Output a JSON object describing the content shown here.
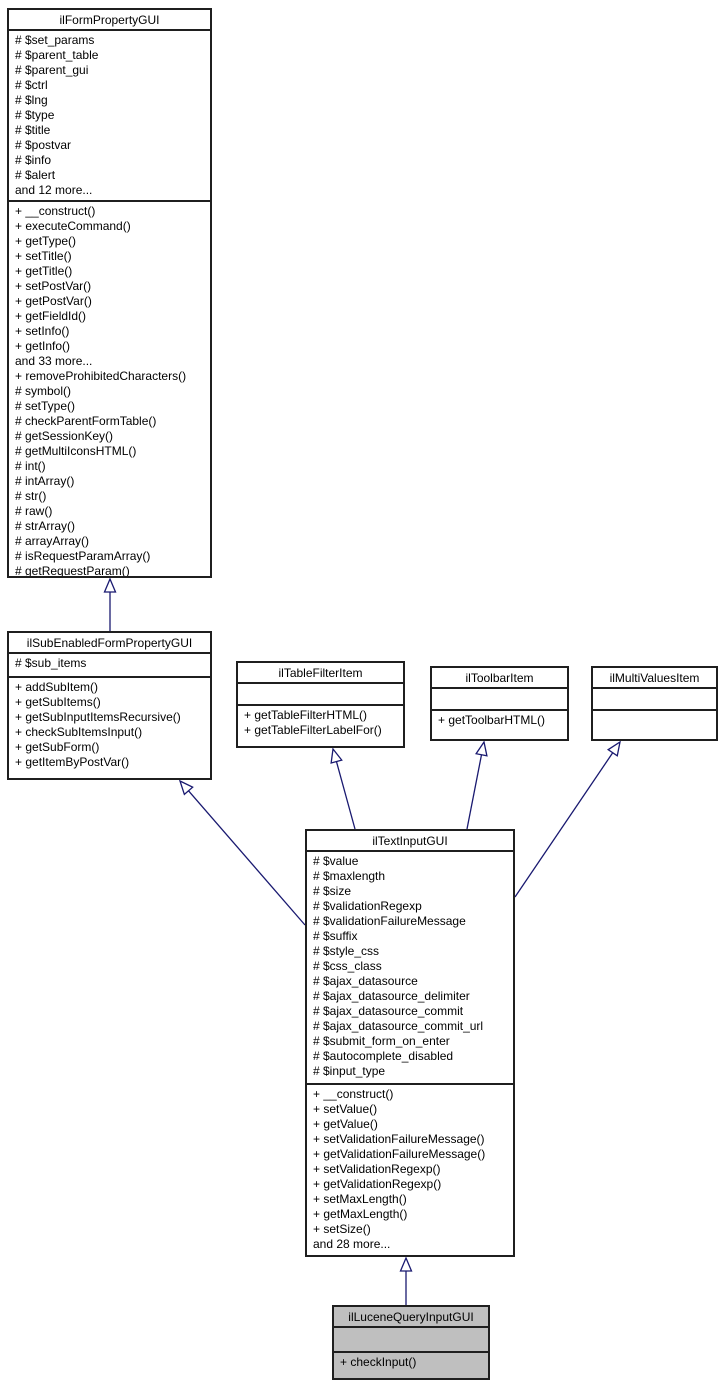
{
  "diagram": {
    "type": "uml-class-inheritance",
    "colors": {
      "edge": "#191970",
      "box_border": "#1f1f1f",
      "box_fill": "#ffffff",
      "highlight_fill": "#bfbfbf",
      "text": "#000000"
    },
    "classes": [
      {
        "name": "ilFormPropertyGUI",
        "highlighted": false,
        "attributes": [
          "# $set_params",
          "# $parent_table",
          "# $parent_gui",
          "# $ctrl",
          "# $lng",
          "# $type",
          "# $title",
          "# $postvar",
          "# $info",
          "# $alert",
          "and 12 more..."
        ],
        "methods": [
          "+ __construct()",
          "+ executeCommand()",
          "+ getType()",
          "+ setTitle()",
          "+ getTitle()",
          "+ setPostVar()",
          "+ getPostVar()",
          "+ getFieldId()",
          "+ setInfo()",
          "+ getInfo()",
          "and 33 more...",
          "+ removeProhibitedCharacters()",
          "# symbol()",
          "# setType()",
          "# checkParentFormTable()",
          "# getSessionKey()",
          "# getMultiIconsHTML()",
          "# int()",
          "# intArray()",
          "# str()",
          "# raw()",
          "# strArray()",
          "# arrayArray()",
          "# isRequestParamArray()",
          "# getRequestParam()"
        ]
      },
      {
        "name": "ilSubEnabledFormPropertyGUI",
        "highlighted": false,
        "attributes": [
          "# $sub_items"
        ],
        "methods": [
          "+ addSubItem()",
          "+ getSubItems()",
          "+ getSubInputItemsRecursive()",
          "+ checkSubItemsInput()",
          "+ getSubForm()",
          "+ getItemByPostVar()"
        ]
      },
      {
        "name": "ilTableFilterItem",
        "highlighted": false,
        "attributes": [],
        "methods": [
          "+ getTableFilterHTML()",
          "+ getTableFilterLabelFor()"
        ]
      },
      {
        "name": "ilToolbarItem",
        "highlighted": false,
        "attributes": [],
        "methods": [
          "+ getToolbarHTML()"
        ]
      },
      {
        "name": "ilMultiValuesItem",
        "highlighted": false,
        "attributes": [],
        "methods": []
      },
      {
        "name": "ilTextInputGUI",
        "highlighted": false,
        "attributes": [
          "# $value",
          "# $maxlength",
          "# $size",
          "# $validationRegexp",
          "# $validationFailureMessage",
          "# $suffix",
          "# $style_css",
          "# $css_class",
          "# $ajax_datasource",
          "# $ajax_datasource_delimiter",
          "# $ajax_datasource_commit",
          "# $ajax_datasource_commit_url",
          "# $submit_form_on_enter",
          "# $autocomplete_disabled",
          "# $input_type"
        ],
        "methods": [
          "+ __construct()",
          "+ setValue()",
          "+ getValue()",
          "+ setValidationFailureMessage()",
          "+ getValidationFailureMessage()",
          "+ setValidationRegexp()",
          "+ getValidationRegexp()",
          "+ setMaxLength()",
          "+ getMaxLength()",
          "+ setSize()",
          "and 28 more..."
        ]
      },
      {
        "name": "ilLuceneQueryInputGUI",
        "highlighted": true,
        "attributes": [],
        "methods": [
          "+ checkInput()"
        ]
      }
    ],
    "edges": [
      {
        "from": "ilSubEnabledFormPropertyGUI",
        "to": "ilFormPropertyGUI"
      },
      {
        "from": "ilTextInputGUI",
        "to": "ilSubEnabledFormPropertyGUI"
      },
      {
        "from": "ilTextInputGUI",
        "to": "ilTableFilterItem"
      },
      {
        "from": "ilTextInputGUI",
        "to": "ilToolbarItem"
      },
      {
        "from": "ilTextInputGUI",
        "to": "ilMultiValuesItem"
      },
      {
        "from": "ilLuceneQueryInputGUI",
        "to": "ilTextInputGUI"
      }
    ]
  }
}
